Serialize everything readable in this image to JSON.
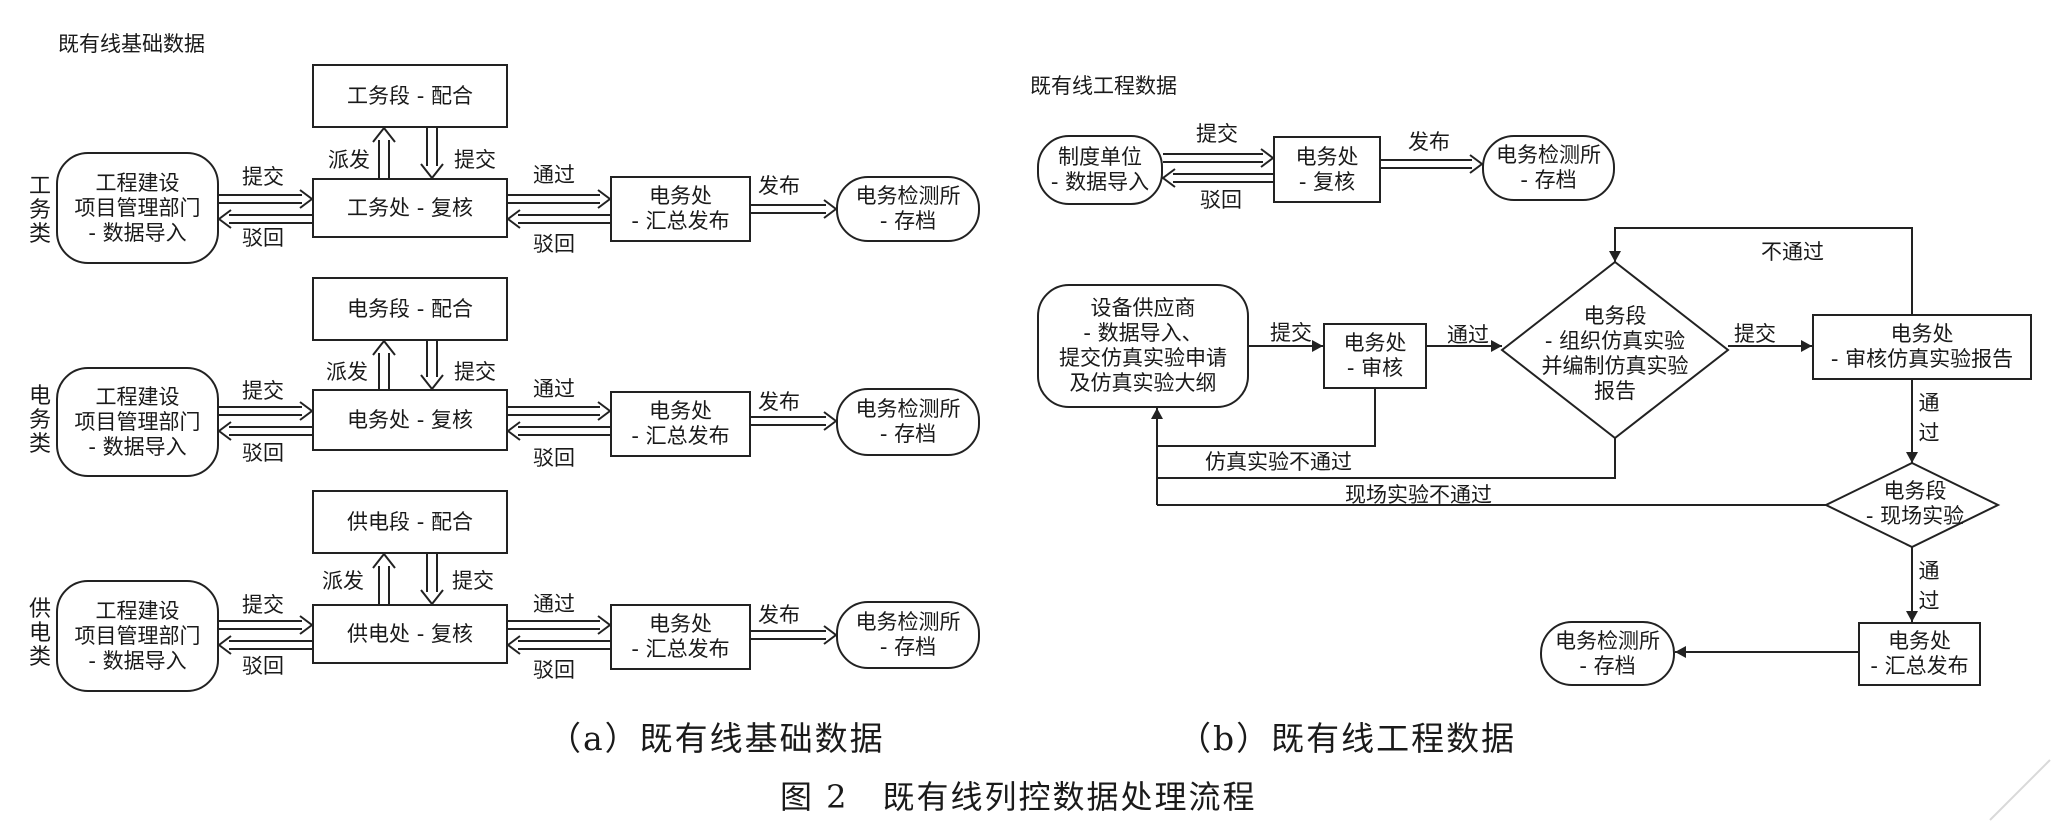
{
  "sections": {
    "a_title": "既有线基础数据",
    "b_title": "既有线工程数据"
  },
  "captions": {
    "a": "（a）既有线基础数据",
    "b": "（b）既有线工程数据",
    "figure": "图 2　既有线列控数据处理流程"
  },
  "rows": [
    {
      "category": "工\n务\n类",
      "source": "工程建设\n项目管理部门\n- 数据导入",
      "coop": "工务段 - 配合",
      "review": "工务处 - 复核",
      "publish": "电务处\n- 汇总发布",
      "archive": "电务检测所\n- 存档",
      "submit": "提交",
      "reject": "驳回",
      "dispatch": "派发",
      "submit_up": "提交",
      "pass": "通过",
      "reject2": "驳回",
      "release": "发布"
    },
    {
      "category": "电\n务\n类",
      "source": "工程建设\n项目管理部门\n- 数据导入",
      "coop": "电务段 - 配合",
      "review": "电务处 - 复核",
      "publish": "电务处\n- 汇总发布",
      "archive": "电务检测所\n- 存档",
      "submit": "提交",
      "reject": "驳回",
      "dispatch": "派发",
      "submit_up": "提交",
      "pass": "通过",
      "reject2": "驳回",
      "release": "发布"
    },
    {
      "category": "供\n电\n类",
      "source": "工程建设\n项目管理部门\n- 数据导入",
      "coop": "供电段 - 配合",
      "review": "供电处 - 复核",
      "publish": "电务处\n- 汇总发布",
      "archive": "电务检测所\n- 存档",
      "submit": "提交",
      "reject": "驳回",
      "dispatch": "派发",
      "submit_up": "提交",
      "pass": "通过",
      "reject2": "驳回",
      "release": "发布"
    }
  ],
  "b": {
    "top": {
      "source": "制度单位\n- 数据导入",
      "review": "电务处\n- 复核",
      "archive": "电务检测所\n- 存档",
      "submit": "提交",
      "reject": "驳回",
      "release": "发布"
    },
    "supplier": "设备供应商\n- 数据导入、\n提交仿真实验申请\n及仿真实验大纲",
    "audit": "电务处\n- 审核",
    "sim_org": "电务段\n- 组织仿真实验\n并编制仿真实验\n报告",
    "sim_review": "电务处\n- 审核仿真实验报告",
    "field_test": "电务段\n- 现场实验",
    "final_publish": "电务处\n- 汇总发布",
    "final_archive": "电务检测所\n- 存档",
    "labels": {
      "submit1": "提交",
      "pass1": "通过",
      "submit2": "提交",
      "fail_top": "不通过",
      "pass_down1": "通\n过",
      "pass_down2": "通\n过",
      "sim_fail": "仿真实验不通过",
      "field_fail": "现场实验不通过"
    }
  }
}
